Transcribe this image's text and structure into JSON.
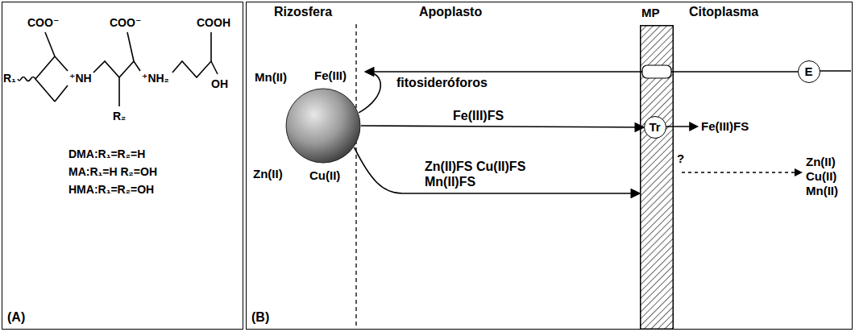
{
  "diagram": {
    "nodes": [
      {
        "text": [
          "(A)"
        ]
      },
      {
        "text": [
          "(B)"
        ]
      },
      {
        "text": [
          "Mn(II)",
          "Fe(III)",
          "Zn(II)",
          "Cu(II)"
        ],
        "in": 1
      },
      {
        "text": [
          "MP"
        ],
        "in": 1
      },
      {
        "text": [
          "Tr"
        ],
        "in": 3
      },
      {
        "text": [
          "E"
        ],
        "in": 1
      }
    ],
    "edges": [
      {
        "from": 5,
        "to": 2,
        "arrow": "to",
        "label": "fitosideróforos"
      },
      {
        "from": 2,
        "to": 4,
        "arrow": "to",
        "label": "Fe(III)FS"
      },
      {
        "from": 2,
        "to": 3,
        "arrow": "to",
        "label": "Zn(II)FS Cu(II)FS Mn(II)FS"
      }
    ],
    "labels": [
      "COO⁻",
      "COO⁻",
      "COOH",
      "R₁",
      "⁺NH",
      "⁺NH₂",
      "R₂",
      "OH",
      "DMA:R₁=R₂=H",
      "MA:R₁=H R₂=OH",
      "HMA:R₁=R₂=OH",
      "Rizosfera",
      "Apoplasto",
      "Citoplasma",
      "Fe(III)FS",
      "?",
      "Zn(II)",
      "Cu(II)",
      "Mn(II)"
    ]
  }
}
